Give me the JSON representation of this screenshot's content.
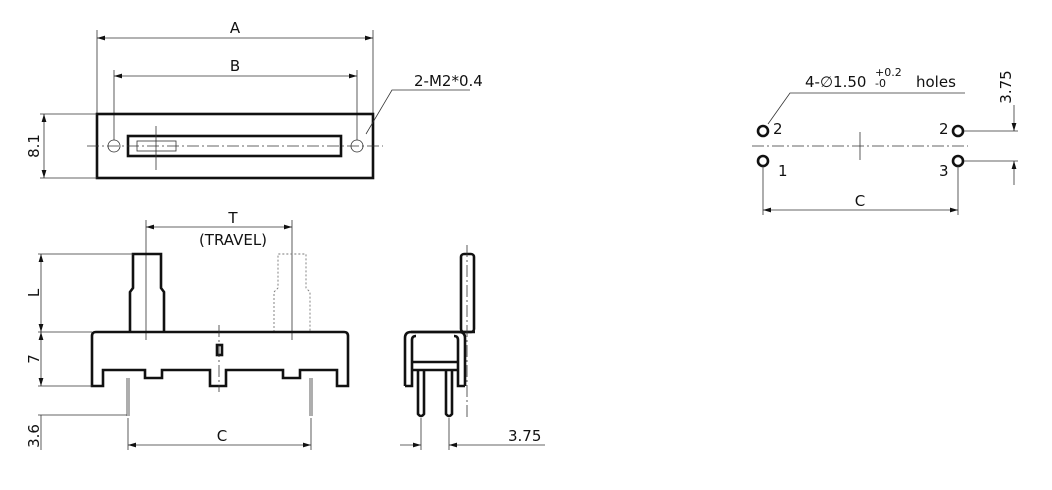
{
  "top_view": {
    "dim_a": "A",
    "dim_b": "B",
    "dim_height": "8.1",
    "mount_note": "2-M2*0.4"
  },
  "front_view": {
    "dim_travel": "T",
    "travel_note": "(TRAVEL)",
    "dim_lever": "L",
    "dim_body": "7",
    "dim_pin": "3.6",
    "dim_pitch": "C"
  },
  "side_view": {
    "dim_pin_spacing": "3.75"
  },
  "pcb_layout": {
    "hole_note": "4-∅1.50",
    "tol_plus": "+0.2",
    "tol_minus": "-0",
    "hole_word": "holes",
    "pin_labels": [
      "2",
      "1",
      "2",
      "3"
    ],
    "dim_row": "3.75",
    "dim_pitch": "C"
  }
}
